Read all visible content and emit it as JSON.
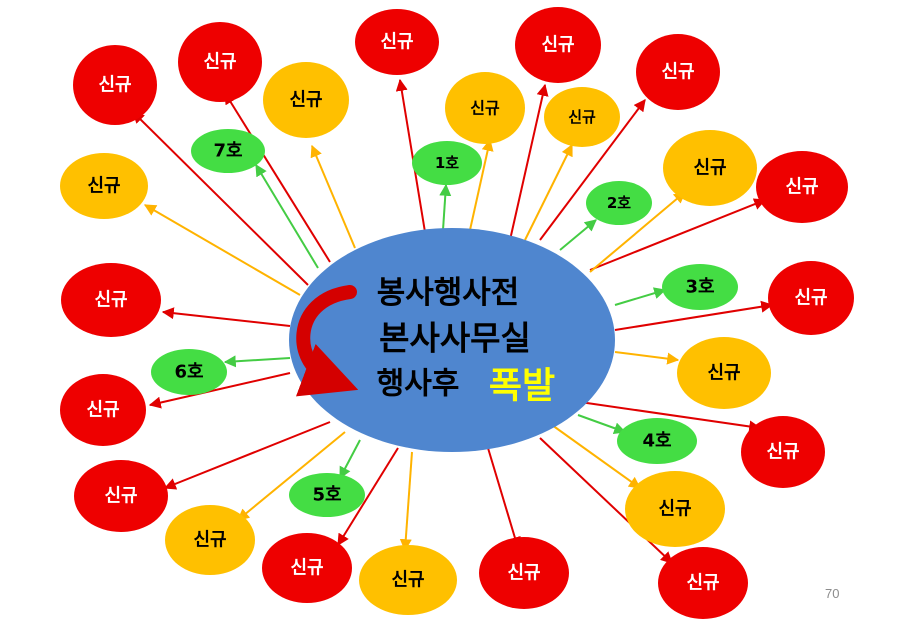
{
  "colors": {
    "red": "#ee0000",
    "orange": "#ffc000",
    "green": "#44dd44",
    "center": "#4f86cf",
    "arrow_red": "#e00000",
    "arrow_orange": "#ffb300",
    "arrow_green": "#44cc44",
    "highlight": "#ffff00"
  },
  "center": {
    "line1": "봉사행사전",
    "line2": "본사사무실",
    "line3a": "행사후",
    "line3b": "폭발"
  },
  "nodes": {
    "new_label": "신규",
    "ho1": "1호",
    "ho2": "2호",
    "ho3": "3호",
    "ho4": "4호",
    "ho5": "5호",
    "ho6": "6호",
    "ho7": "7호"
  },
  "page_number": "70"
}
